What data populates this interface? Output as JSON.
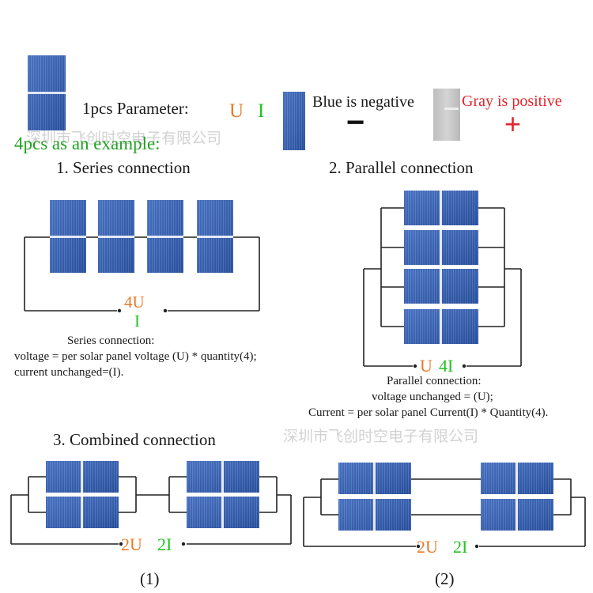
{
  "header": {
    "param_label": "1pcs Parameter:",
    "u_letter": "U",
    "i_letter": "I",
    "blue_label": "Blue is negative",
    "gray_label": "Gray is positive",
    "minus_sign": "−",
    "plus_sign": "+",
    "example_label": "4pcs as an example:"
  },
  "watermark": "深圳市飞创时空电子有限公司",
  "series": {
    "title": "1. Series connection",
    "voltage_label": "4U",
    "current_label": "I",
    "desc": [
      "Series connection:",
      "voltage = per solar panel voltage (U) * quantity(4);",
      "current unchanged=(I)."
    ]
  },
  "parallel": {
    "title": "2. Parallel connection",
    "voltage_label": "U",
    "current_label": "4I",
    "desc": [
      "Parallel connection:",
      "voltage unchanged = (U);",
      "Current = per solar panel Current(I) * Quantity(4)."
    ]
  },
  "combined": {
    "title": "3. Combined connection",
    "voltage_label": "2U",
    "current_label": "2I",
    "caption_1": "(1)",
    "caption_2": "(2)"
  },
  "colors": {
    "orange": "#e87b2c",
    "green": "#22c322",
    "red": "#e3262b",
    "text": "#1a1a1a",
    "panel_blue": "#2a52a8",
    "panel_gray": "#c4c4c4"
  }
}
